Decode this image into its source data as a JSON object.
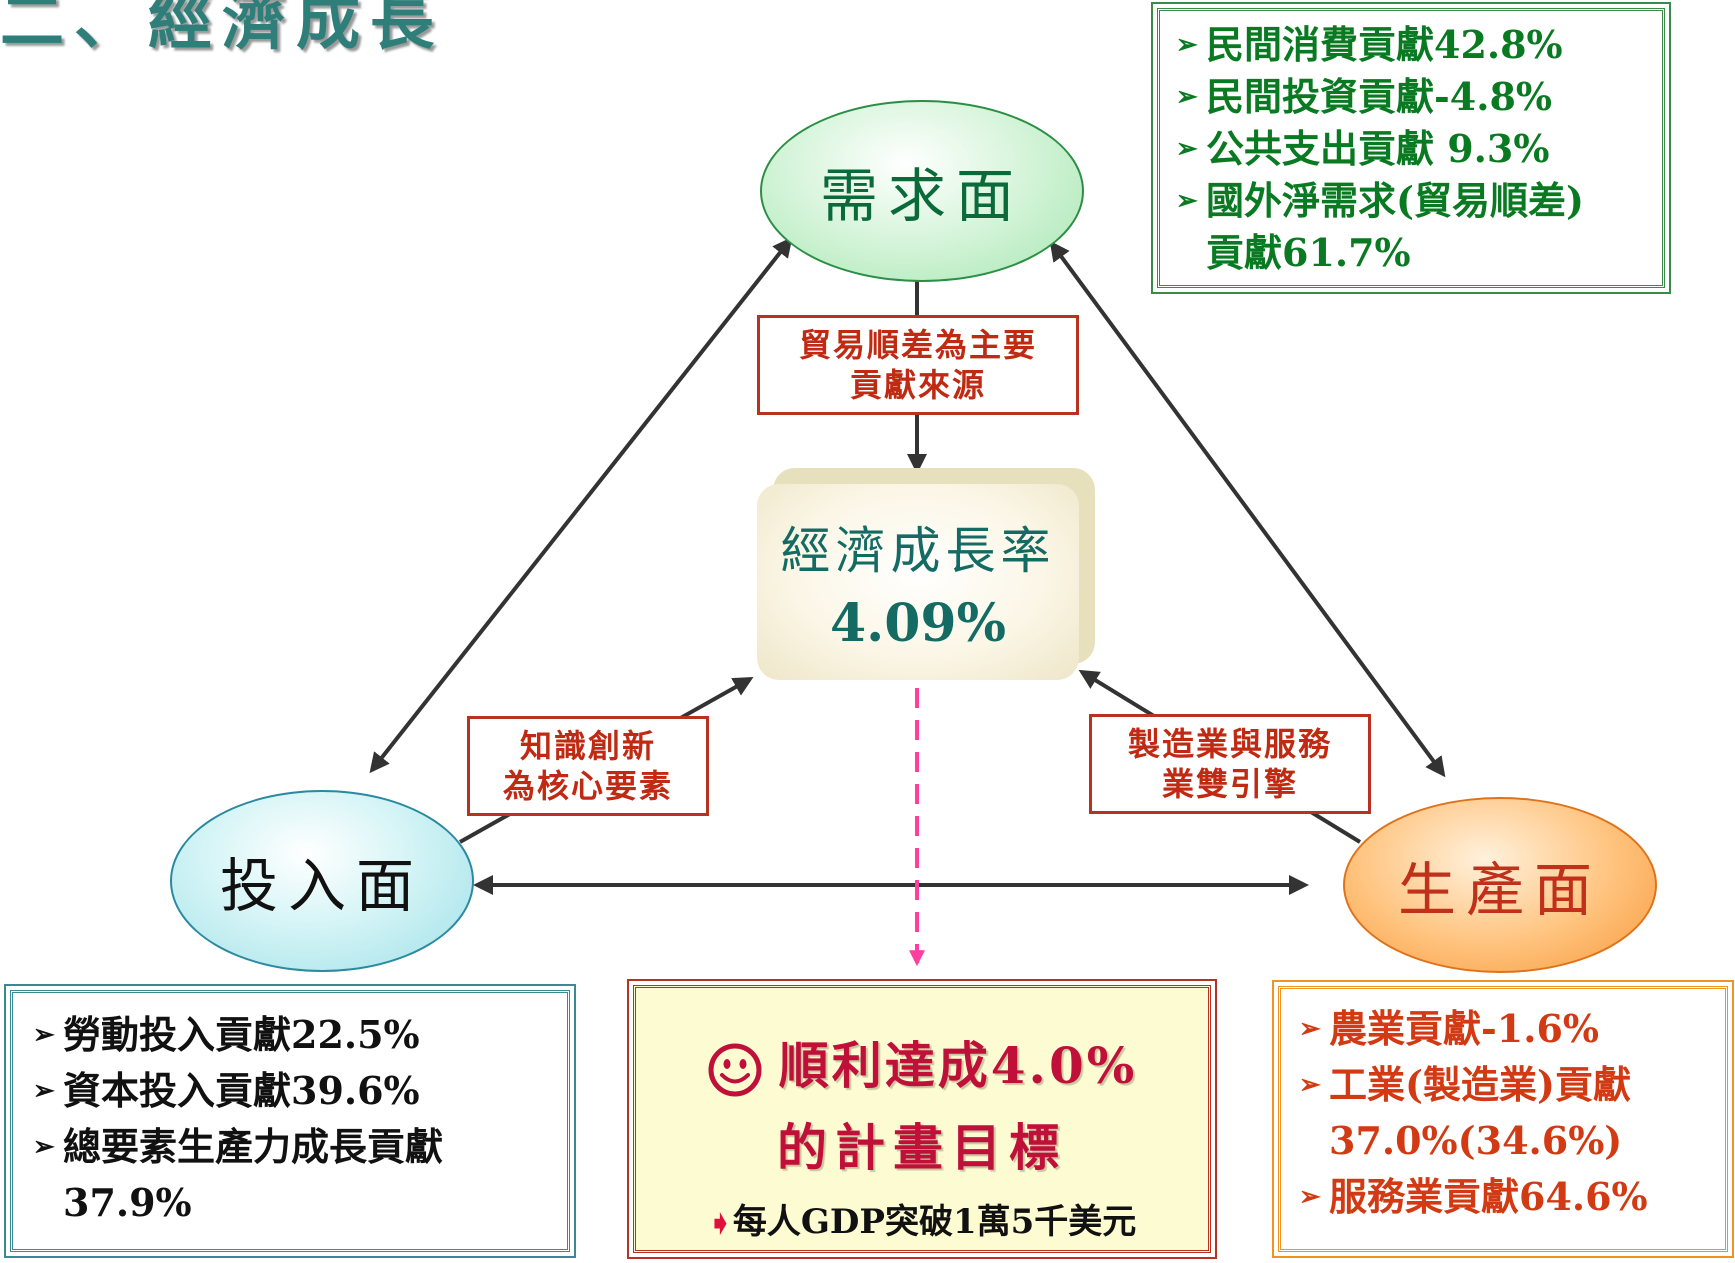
{
  "title": "二、經濟成長",
  "nodes": {
    "demand": "需求面",
    "input": "投入面",
    "production": "生產面"
  },
  "center": {
    "label": "經濟成長率",
    "value": "4.09%"
  },
  "edge_labels": {
    "demand_line1": "貿易順差為主要",
    "demand_line2": "貢獻來源",
    "input_line1": "知識創新",
    "input_line2": "為核心要素",
    "production_line1": "製造業與服務",
    "production_line2": "業雙引擎"
  },
  "demand_box": {
    "items": [
      "民間消費貢獻42.8%",
      "民間投資貢獻-4.8%",
      "公共支出貢獻 9.3%",
      "國外淨需求(貿易順差)",
      "貢獻61.7%"
    ]
  },
  "input_box": {
    "items": [
      "勞動投入貢獻22.5%",
      "資本投入貢獻39.6%",
      "總要素生產力成長貢獻",
      "37.9%"
    ]
  },
  "production_box": {
    "items": [
      "農業貢獻-1.6%",
      "工業(製造業)貢獻",
      "37.0%(34.6%)",
      "服務業貢獻64.6%"
    ]
  },
  "goal_box": {
    "line1": "順利達成4.0%",
    "line2": "的計畫目標",
    "line3": "每人GDP突破1萬5千美元"
  },
  "colors": {
    "title": "#2e7f7a",
    "demand_text": "#0a7a22",
    "production_text": "#d23a14",
    "edge_label_text": "#c02a12",
    "goal_text": "#c0103a",
    "dashed_arrow": "#ff3fa0"
  },
  "icons": {
    "goal": "smiley-icon",
    "pointer": "arrow-right-icon",
    "bullet": "triangle-bullet-icon"
  }
}
